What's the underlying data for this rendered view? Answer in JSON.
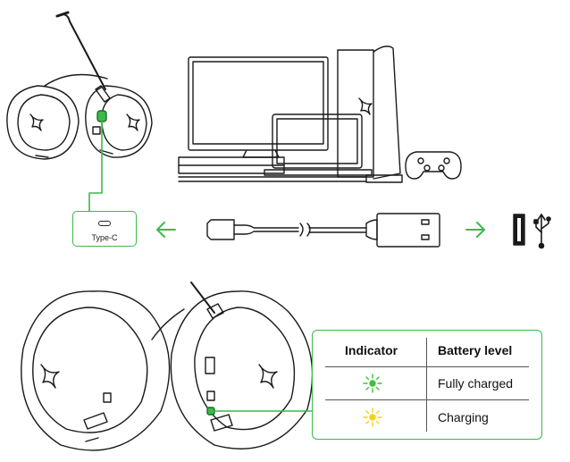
{
  "port": {
    "label": "Type-C"
  },
  "table": {
    "headers": {
      "indicator": "Indicator",
      "battery": "Battery level"
    },
    "rows": [
      {
        "indicator_icon": "green-led-icon",
        "color": "#3fbf3f",
        "status": "Fully charged"
      },
      {
        "indicator_icon": "yellow-led-icon",
        "color": "#f2d21b",
        "status": "Charging"
      }
    ]
  },
  "colors": {
    "accent": "#3cb94a",
    "line": "#1a1a1a"
  }
}
